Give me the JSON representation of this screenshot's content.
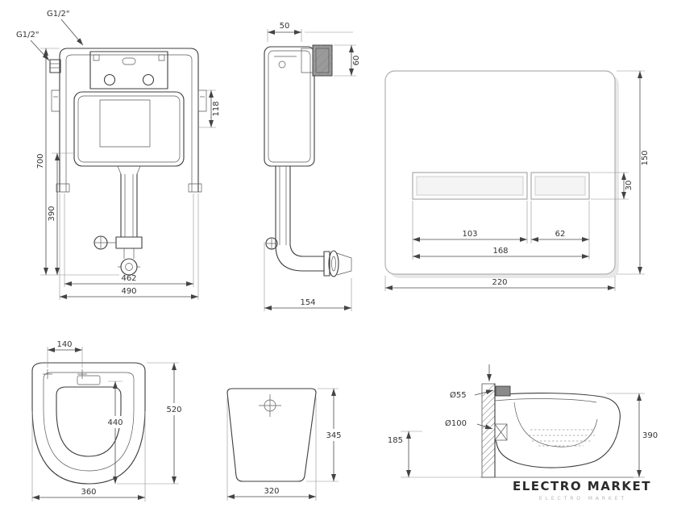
{
  "drawing": {
    "cistern_front": {
      "fitting_top_label": "G1/2\"",
      "fitting_left_label": "G1/2\"",
      "dim_total_height": "700",
      "dim_lower_height": "390",
      "dim_bracket_offset": "118",
      "dim_inner_width": "462",
      "dim_total_width": "490"
    },
    "cistern_side": {
      "dim_top_depth": "50",
      "dim_bracket_height": "60",
      "dim_total_depth": "154"
    },
    "flush_plate": {
      "dim_height": "150",
      "dim_button_height": "30",
      "dim_large_button_width": "103",
      "dim_small_button_width": "62",
      "dim_buttons_width": "168",
      "dim_width": "220"
    },
    "bowl_top": {
      "dim_fixing_holes": "140",
      "dim_length": "520",
      "dim_inner_length": "440",
      "dim_width": "360"
    },
    "bowl_front": {
      "dim_height": "345",
      "dim_width": "320"
    },
    "bowl_side": {
      "dim_inlet_diameter": "Ø55",
      "dim_outlet_diameter": "Ø100",
      "dim_outlet_height": "185",
      "dim_height": "390"
    }
  },
  "brand": {
    "name": "ELECTRO MARKET",
    "tagline": "E L E C T R O · M A R K E T"
  }
}
